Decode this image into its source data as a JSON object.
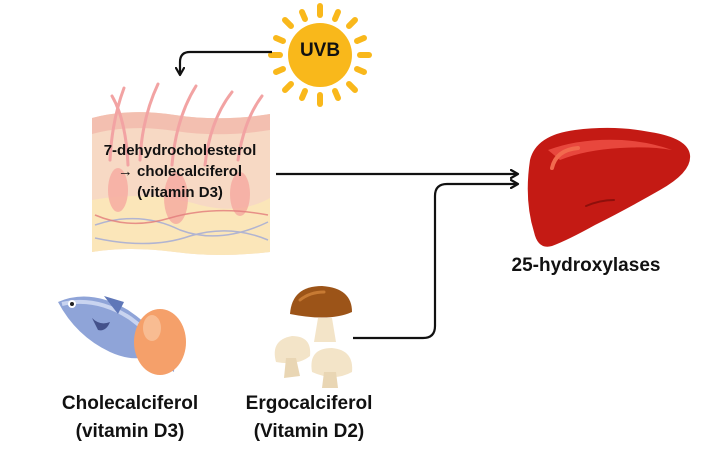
{
  "sun": {
    "label": "UVB",
    "color": "#F9B81B"
  },
  "skin": {
    "lines": [
      "7-dehydrocholesterol",
      "→ cholecalciferol",
      "(vitamin D3)"
    ]
  },
  "liver": {
    "label": "25-hydroxylases",
    "color": "#C41A14"
  },
  "dietary_d3": {
    "lines": [
      "Cholecalciferol",
      "(vitamin D3)"
    ]
  },
  "dietary_d2": {
    "lines": [
      "Ergocalciferol",
      "(Vitamin D2)"
    ]
  },
  "colors": {
    "arrow": "#111111",
    "skin": "#F7D9C4",
    "hair": "#F2A3A3",
    "egg": "#F5A06A",
    "fish": "#8FA4D8",
    "mushroom_cap": "#9C5418",
    "mushroom_stem": "#F3E4C8"
  }
}
